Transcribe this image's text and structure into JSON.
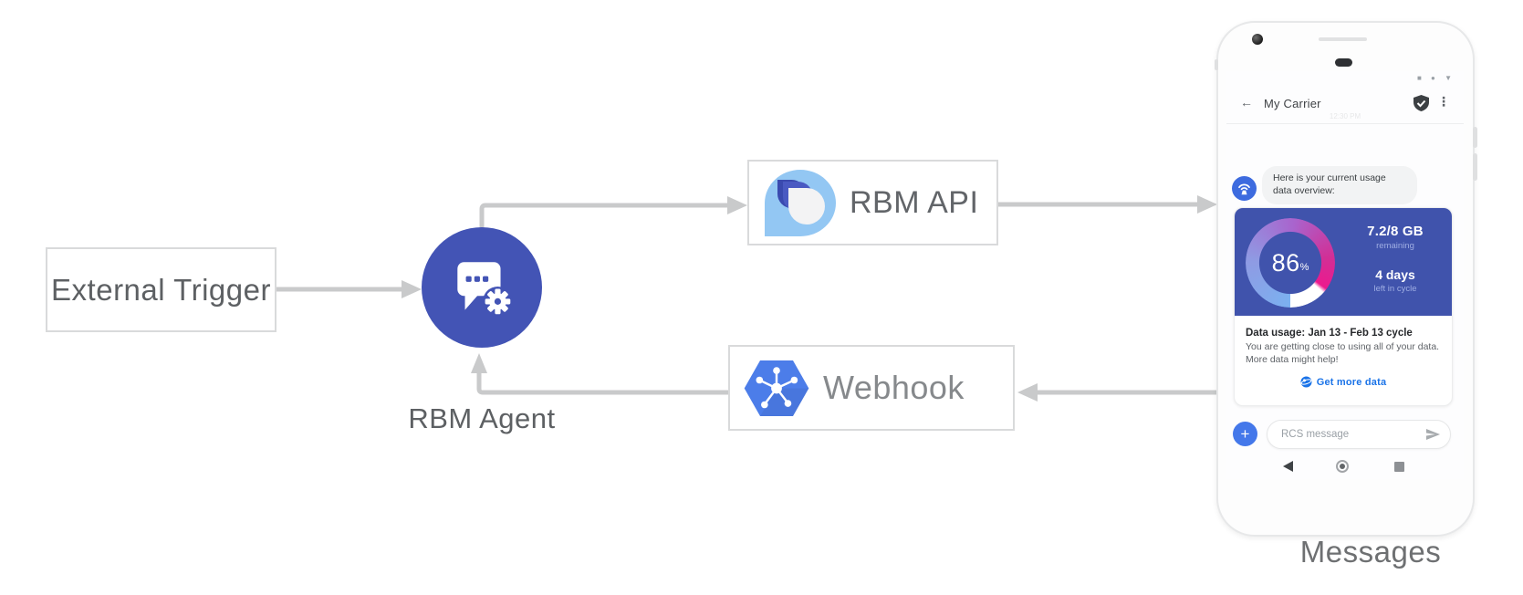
{
  "diagram": {
    "external_trigger": {
      "label": "External Trigger"
    },
    "rbm_agent": {
      "label": "RBM Agent"
    },
    "rbm_api": {
      "label": "RBM API"
    },
    "webhook": {
      "label": "Webhook"
    },
    "phone_caption": {
      "label": "Messages"
    }
  },
  "phone": {
    "status_bar": {
      "icons": "■ ● ▼"
    },
    "header": {
      "back_glyph": "←",
      "title": "My Carrier",
      "menu_glyph": "⋮"
    },
    "faint_timestamp": "12:30 PM",
    "bot_message": {
      "line1": "Here is your current usage",
      "line2": "data overview:"
    },
    "usage_card": {
      "percent": "86",
      "percent_unit": "%",
      "amount": "7.2/8 GB",
      "amount_caption": "remaining",
      "days": "4 days",
      "days_caption": "left in cycle",
      "title": "Data usage: Jan 13 - Feb 13 cycle",
      "body_line1": "You are getting close to using all of your data.",
      "body_line2": "More data might help!",
      "cta_label": "Get more data"
    },
    "composer": {
      "plus_glyph": "+",
      "placeholder": "RCS message"
    }
  },
  "colors": {
    "agent_blue": "#4354B5",
    "card_blue": "#4053AC",
    "webhook_blue": "#4C7DE9",
    "api_light_blue": "#93C7F3",
    "api_dark_blue": "#3A4AAF",
    "gauge_blue": "#7BB1F0",
    "gauge_pink": "#EC1A8E",
    "link_blue": "#1A73E8",
    "avatar_blue": "#3D6BDF",
    "connector_gray": "#C9CACB"
  }
}
